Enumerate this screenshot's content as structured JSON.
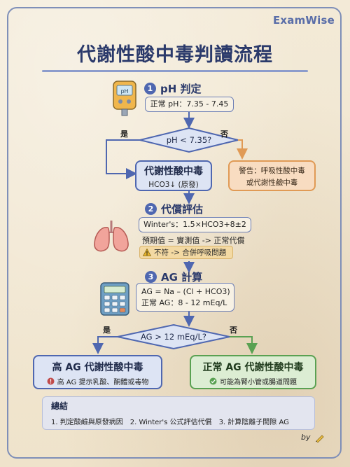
{
  "brand": "ExamWise",
  "title": "代謝性酸中毒判讀流程",
  "step1": {
    "num": "1",
    "label": "pH 判定",
    "normal": "正常 pH：7.35 - 7.45",
    "decision": "pH < 7.35?",
    "yes": "是",
    "no": "否",
    "result_title": "代謝性酸中毒",
    "result_sub": "HCO3↓ (原發)",
    "warning_line1": "警告：呼吸性酸中毒",
    "warning_line2": "或代謝性鹼中毒"
  },
  "step2": {
    "num": "2",
    "label": "代償評估",
    "formula": "Winter's：1.5×HCO3+8±2",
    "rule": "預期值 = 實測值 -> 正常代償",
    "mismatch": "不符 -> 合併呼吸問題"
  },
  "step3": {
    "num": "3",
    "label": "AG 計算",
    "formula": "AG = Na – (Cl + HCO3)",
    "normal": "正常 AG：8 - 12 mEq/L",
    "decision": "AG > 12 mEq/L?",
    "yes": "是",
    "no": "否"
  },
  "high_ag": {
    "title": "高 AG 代謝性酸中毒",
    "note": "高 AG 提示乳酸、酮體或毒物"
  },
  "normal_ag": {
    "title": "正常 AG 代謝性酸中毒",
    "note": "可能為腎小管或腸道問題"
  },
  "summary": {
    "heading": "總結",
    "items": [
      "1. 判定酸鹼與原發病因",
      "2. Winter's 公式評估代償",
      "3. 計算陰離子間隙 AG"
    ]
  },
  "signature": "by",
  "colors": {
    "accent_blue": "#4f67b0",
    "warning_orange": "#e09a55",
    "normal_green": "#5aa152",
    "high_ag_red": "#c04b4b"
  },
  "icons": [
    "ph-meter-icon",
    "lungs-icon",
    "calculator-icon",
    "warning-icon",
    "exclamation-icon",
    "check-icon",
    "pen-icon"
  ]
}
